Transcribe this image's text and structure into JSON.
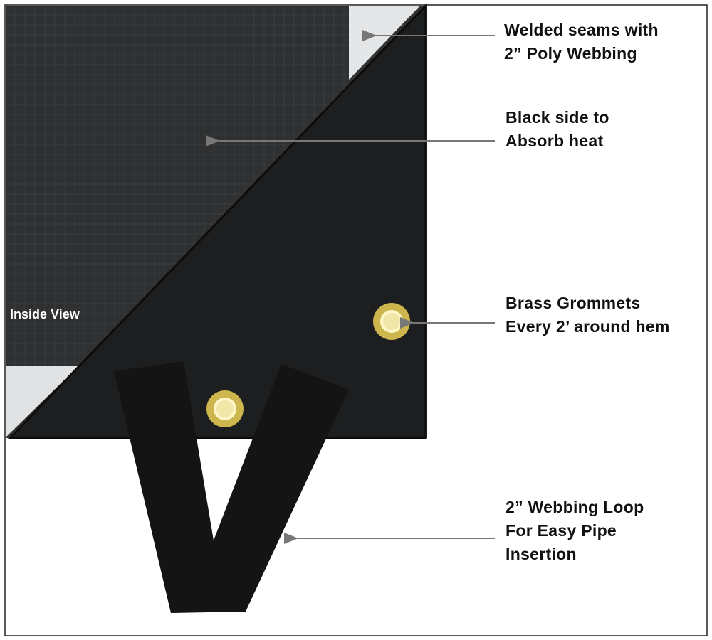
{
  "inside_view_label": "Inside View",
  "callouts": [
    {
      "lines": [
        "Welded seams with",
        "2” Poly Webbing"
      ]
    },
    {
      "lines": [
        "Black side to",
        "Absorb heat"
      ]
    },
    {
      "lines": [
        "Brass Grommets",
        "Every 2’ around hem"
      ]
    },
    {
      "lines": [
        "2” Webbing Loop",
        "For Easy Pipe",
        "Insertion"
      ]
    }
  ],
  "colors": {
    "tarp_inside": "#2b2d2e",
    "tarp_outside": "#1c1d1e",
    "grommet": "#d8c25a",
    "strap": "#151515"
  }
}
